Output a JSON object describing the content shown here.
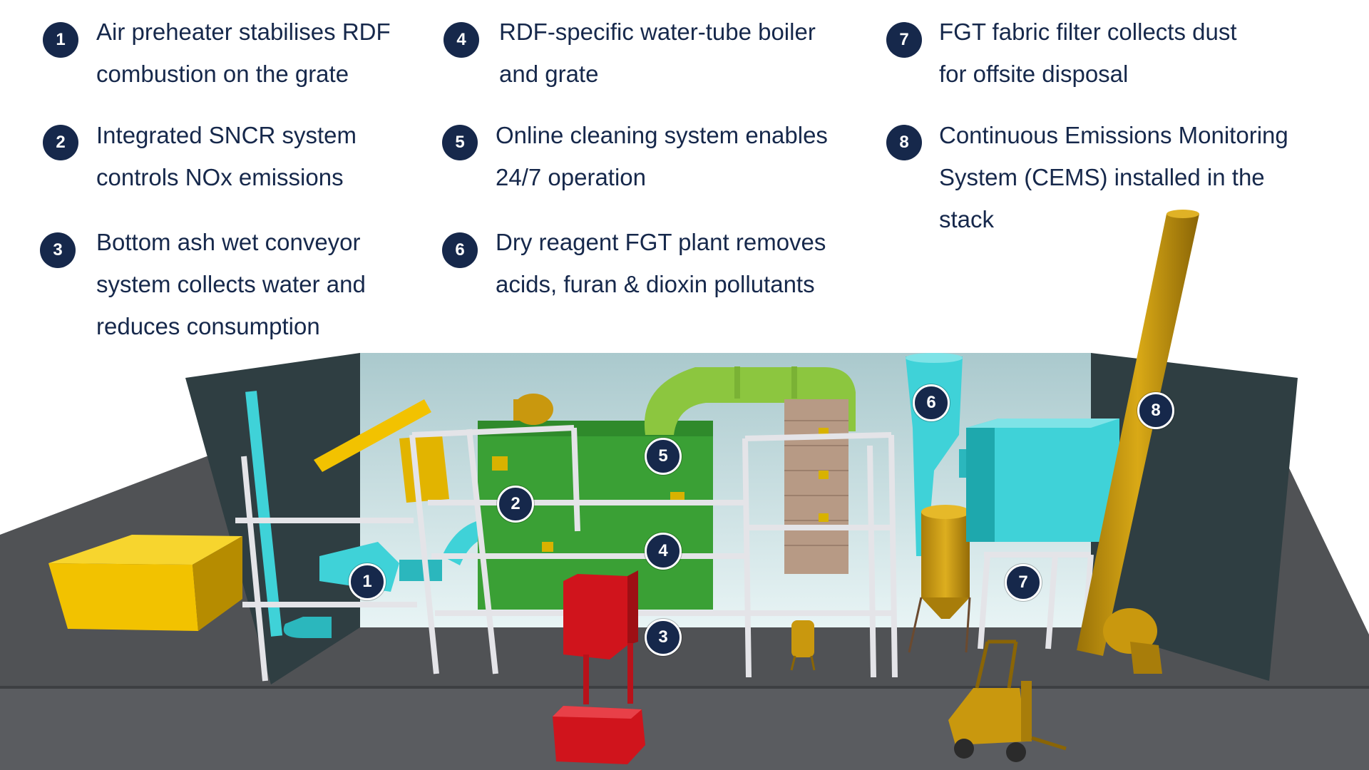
{
  "legend": [
    {
      "num": "1",
      "lines": [
        "Air preheater stabilises RDF",
        "combustion on the grate"
      ]
    },
    {
      "num": "2",
      "lines": [
        "Integrated SNCR system",
        "controls NOx emissions"
      ]
    },
    {
      "num": "3",
      "lines": [
        "Bottom ash wet conveyor",
        "system collects water and",
        "reduces consumption"
      ]
    },
    {
      "num": "4",
      "lines": [
        "RDF-specific water-tube boiler",
        "and grate"
      ]
    },
    {
      "num": "5",
      "lines": [
        "Online cleaning system enables",
        "24/7 operation"
      ]
    },
    {
      "num": "6",
      "lines": [
        "Dry reagent FGT plant removes",
        "acids, furan & dioxin pollutants"
      ]
    },
    {
      "num": "7",
      "lines": [
        "FGT fabric filter collects dust",
        "for offsite disposal"
      ]
    },
    {
      "num": "8",
      "lines": [
        "Continuous Emissions Monitoring",
        "System (CEMS) installed in the",
        "stack"
      ]
    }
  ],
  "callouts": [
    "1",
    "2",
    "3",
    "4",
    "5",
    "6",
    "7",
    "8"
  ],
  "colors": {
    "navy": "#16284b",
    "floor": "#4f5154",
    "wall_dark": "#2f3e42",
    "wall_light": "#c9e2e5",
    "duct_cyan": "#3fd2d8",
    "boiler_green": "#3aa035",
    "hood_green": "#8cc63f",
    "yellow": "#f2c200",
    "gold": "#c9980e",
    "red": "#d0141c",
    "steel": "#e4e4e8",
    "brick": "#b79a85"
  }
}
